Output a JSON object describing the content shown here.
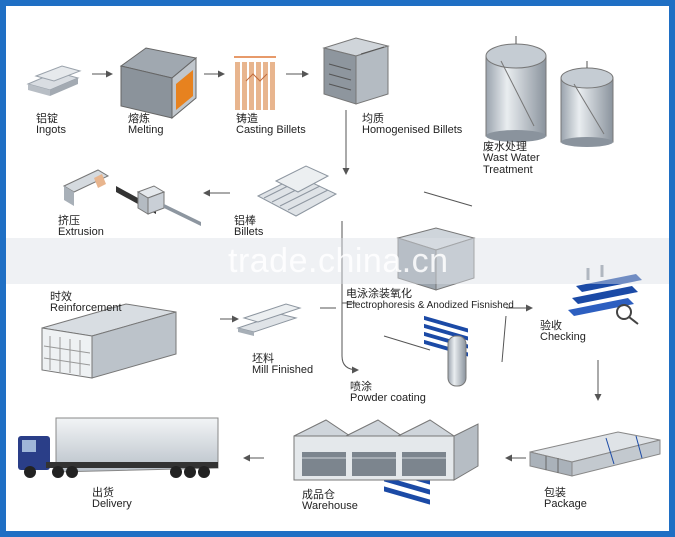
{
  "watermark": "trade.china.cn",
  "steps": {
    "ingots": {
      "cn": "铝锭",
      "en": "Ingots"
    },
    "melting": {
      "cn": "熔炼",
      "en": "Melting"
    },
    "casting": {
      "cn": "铸造",
      "en": "Casting Billets"
    },
    "homogenised": {
      "cn": "均质",
      "en": "Homogenised Billets"
    },
    "wastewater": {
      "cn": "废水处理",
      "en1": "Wast Water",
      "en2": "Treatment"
    },
    "extrusion": {
      "cn": "挤压",
      "en": "Extrusion"
    },
    "billets": {
      "cn": "铝棒",
      "en": "Billets"
    },
    "reinforcement": {
      "cn": "时效",
      "en": "Reinforcement"
    },
    "mill": {
      "cn": "坯料",
      "en": "Mill Finished"
    },
    "electro": {
      "cn": "电泳涂装氧化",
      "en": "Electrophoresis & Anodized Fisnished"
    },
    "powder": {
      "cn": "喷涂",
      "en": "Powder coating"
    },
    "checking": {
      "cn": "验收",
      "en": "Checking"
    },
    "delivery": {
      "cn": "出货",
      "en": "Delivery"
    },
    "warehouse": {
      "cn": "成品仓",
      "en": "Warehouse"
    },
    "package": {
      "cn": "包装",
      "en": "Package"
    }
  },
  "colors": {
    "frame": "#1f6fc4",
    "metal": "#c9cfd6",
    "metal_dark": "#8d96a0",
    "furnace": "#e7821f",
    "billet": "#e8b58e",
    "coat": "#1b4aa6",
    "arrow": "#555555"
  }
}
